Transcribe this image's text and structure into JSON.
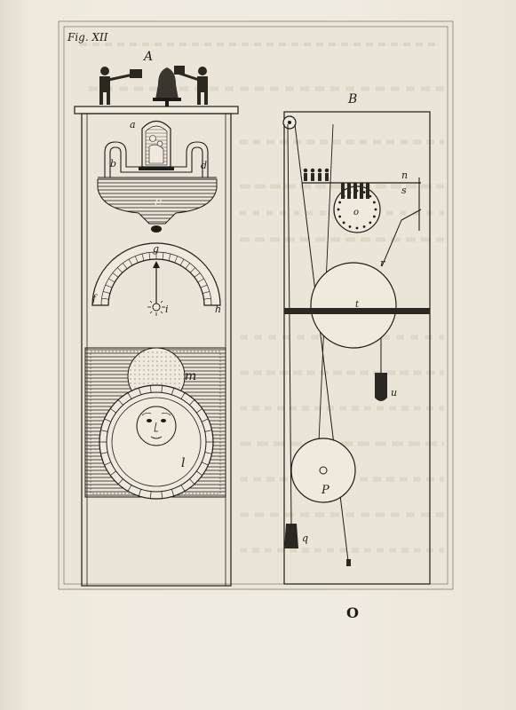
{
  "plate": {
    "figure_caption": "Fig. XII",
    "letters": {
      "A": "A",
      "a": "a",
      "b": "b",
      "d": "d",
      "e": "e",
      "g": "g",
      "f": "f",
      "h": "h",
      "i": "i",
      "m": "m",
      "l": "l",
      "B": "B",
      "n": "n",
      "s": "s",
      "o": "o",
      "r": "r",
      "t": "t",
      "u": "u",
      "P": "P",
      "q": "q",
      "O": "O"
    }
  },
  "colors": {
    "paper": "#efe9de",
    "ink": "#1d1b18",
    "plate_tone": "#e9e3d7",
    "show_through": "#cbbfa8"
  }
}
